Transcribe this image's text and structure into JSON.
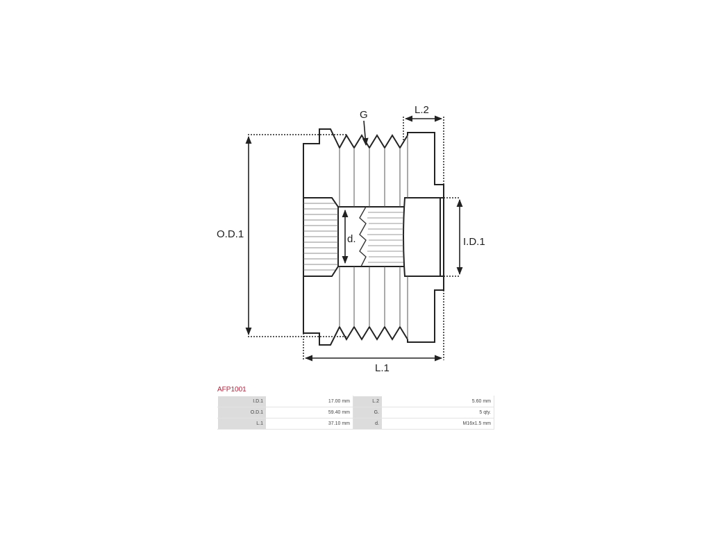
{
  "diagram": {
    "labels": {
      "g": "G",
      "l2": "L.2",
      "od1": "O.D.1",
      "id1": "I.D.1",
      "d": "d.",
      "l1": "L.1"
    }
  },
  "part": {
    "code": "AFP1001"
  },
  "specs": [
    {
      "k1": "I.D.1",
      "v1": "17.00 mm",
      "k2": "L.2",
      "v2": "5.60 mm"
    },
    {
      "k1": "O.D.1",
      "v1": "59.40 mm",
      "k2": "G.",
      "v2": "5 qty."
    },
    {
      "k1": "L.1",
      "v1": "37.10 mm",
      "k2": "d.",
      "v2": "M16x1.5 mm"
    }
  ]
}
